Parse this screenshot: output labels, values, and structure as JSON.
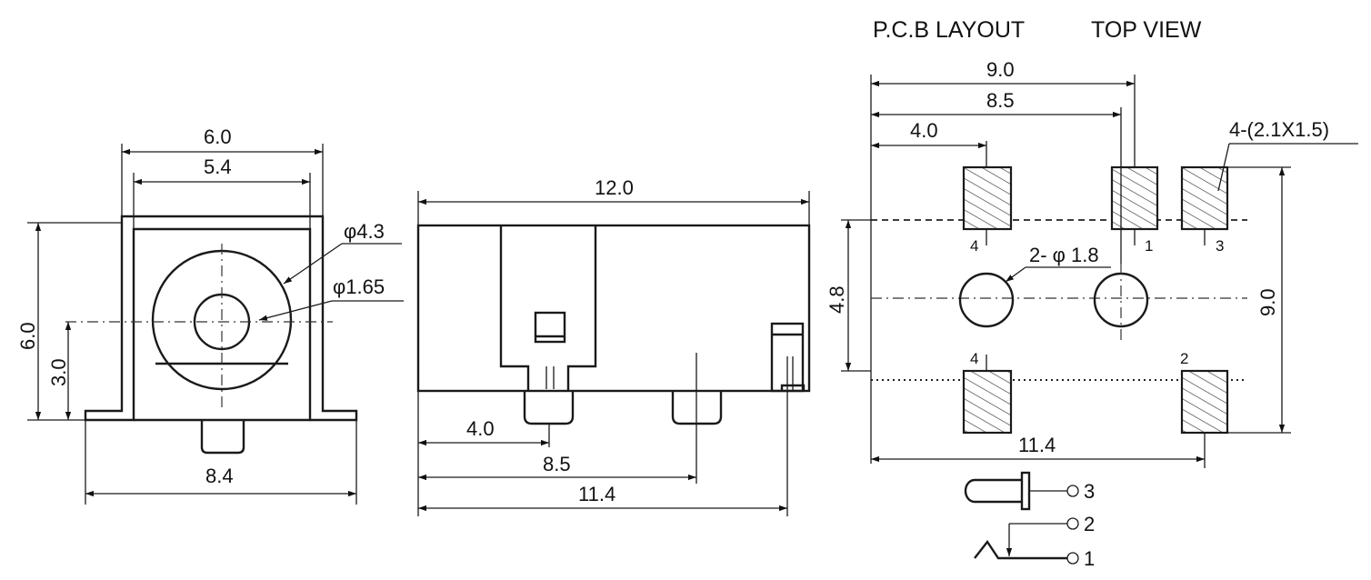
{
  "title": {
    "pcb": "P.C.B LAYOUT",
    "view": "TOP VIEW"
  },
  "front_view": {
    "width_outer": "6.0",
    "width_inner": "5.4",
    "height": "6.0",
    "center_height": "3.0",
    "base_width": "8.4",
    "outer_diameter": "φ4.3",
    "pin_diameter": "φ1.65"
  },
  "side_view": {
    "length": "12.0",
    "dim_a": "4.0",
    "dim_b": "8.5",
    "dim_c": "11.4"
  },
  "pcb_layout": {
    "width_total": "9.0",
    "dim_b": "8.5",
    "dim_a": "4.0",
    "pad_spec": "4-(2.1X1.5)",
    "height_total": "9.0",
    "row_spacing": "4.8",
    "hole_spec": "2- φ 1.8",
    "bottom_width": "11.4",
    "pad_labels": [
      "4",
      "1",
      "3",
      "4",
      "2"
    ]
  },
  "schematic": {
    "pins": [
      "3",
      "2",
      "1"
    ]
  }
}
